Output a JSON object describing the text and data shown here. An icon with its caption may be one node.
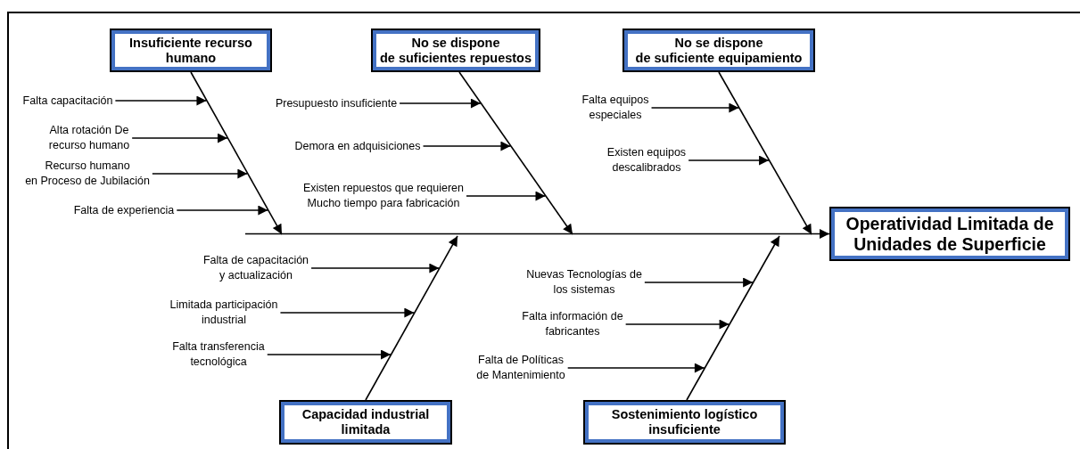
{
  "diagram": {
    "nodes": [
      {
        "text": [
          "Insuficiente recurso humano"
        ]
      },
      {
        "text": [
          "No se dispone de suficientes repuestos"
        ]
      },
      {
        "text": [
          "No se dispone de suficiente equipamiento"
        ]
      },
      {
        "text": [
          "Operatividad Limitada de Unidades de Superficie"
        ]
      },
      {
        "text": [
          "Capacidad industrial limitada"
        ]
      },
      {
        "text": [
          "Sostenimiento logístico insuficiente"
        ]
      },
      {
        "text": [
          "Falta capacitación"
        ]
      },
      {
        "text": [
          "Alta rotación De recurso humano"
        ]
      },
      {
        "text": [
          "Recurso humano en Proceso de Jubilación"
        ]
      },
      {
        "text": [
          "Falta de experiencia"
        ]
      },
      {
        "text": [
          "Presupuesto insuficiente"
        ]
      },
      {
        "text": [
          "Demora en adquisiciones"
        ]
      },
      {
        "text": [
          "Existen repuestos que requieren Mucho tiempo para fabricación"
        ]
      },
      {
        "text": [
          "Falta equipos especiales"
        ]
      },
      {
        "text": [
          "Existen equipos descalibrados"
        ]
      },
      {
        "text": [
          "Falta de capacitación y actualización"
        ]
      },
      {
        "text": [
          "Limitada participación industrial"
        ]
      },
      {
        "text": [
          "Falta transferencia tecnológica"
        ]
      },
      {
        "text": [
          "Nuevas Tecnologías de los sistemas"
        ]
      },
      {
        "text": [
          "Falta información de fabricantes"
        ]
      },
      {
        "text": [
          "Falta de Políticas de Mantenimiento"
        ]
      }
    ],
    "edges": [
      {
        "from": 0,
        "to": 3,
        "arrow": "to"
      },
      {
        "from": 1,
        "to": 3,
        "arrow": "to"
      },
      {
        "from": 2,
        "to": 3,
        "arrow": "to"
      },
      {
        "from": 4,
        "to": 3,
        "arrow": "to"
      },
      {
        "from": 5,
        "to": 3,
        "arrow": "to"
      },
      {
        "from": 6,
        "to": 3,
        "arrow": "to"
      },
      {
        "from": 7,
        "to": 3,
        "arrow": "to"
      },
      {
        "from": 8,
        "to": 3,
        "arrow": "to"
      },
      {
        "from": 9,
        "to": 3,
        "arrow": "to"
      },
      {
        "from": 10,
        "to": 3,
        "arrow": "to"
      },
      {
        "from": 11,
        "to": 3,
        "arrow": "to"
      },
      {
        "from": 12,
        "to": 3,
        "arrow": "to"
      },
      {
        "from": 13,
        "to": 3,
        "arrow": "to"
      },
      {
        "from": 14,
        "to": 3,
        "arrow": "to"
      },
      {
        "from": 15,
        "to": 3,
        "arrow": "to"
      },
      {
        "from": 16,
        "to": 3,
        "arrow": "to"
      },
      {
        "from": 17,
        "to": 3,
        "arrow": "to"
      },
      {
        "from": 18,
        "to": 3,
        "arrow": "to"
      },
      {
        "from": 19,
        "to": 3,
        "arrow": "to"
      },
      {
        "from": 20,
        "to": 3,
        "arrow": "to"
      }
    ]
  }
}
